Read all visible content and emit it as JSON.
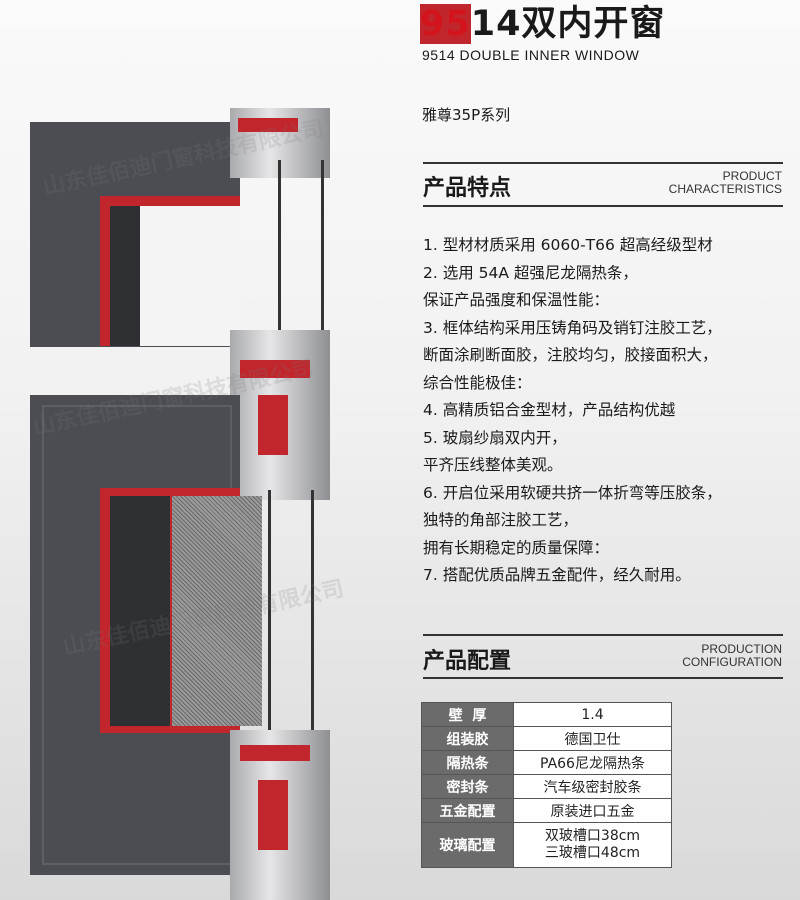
{
  "header": {
    "title_red": "95",
    "title_rest": "14双内开窗",
    "subtitle": "9514 DOUBLE INNER WINDOW",
    "series": "雅尊35P系列"
  },
  "features": {
    "title": "产品特点",
    "en_line1": "PRODUCT",
    "en_line2": "CHARACTERISTICS",
    "items": [
      "1. 型材材质采用 6060-T66 超高经级型材",
      "2. 选用 54A 超强尼龙隔热条，",
      "保证产品强度和保温性能：",
      "3.  框体结构采用压铸角码及销钉注胶工艺，",
      "断面涂刷断面胶，注胶均匀，胶接面积大，",
      "综合性能极佳：",
      "4. 高精质铝合金型材，产品结构优越",
      "5. 玻扇纱扇双内开，",
      "平齐压线整体美观。",
      "6.  开启位采用软硬共挤一体折弯等压胶条，",
      "独特的角部注胶工艺，",
      "拥有长期稳定的质量保障：",
      "7. 搭配优质品牌五金配件，经久耐用。"
    ]
  },
  "config": {
    "title": "产品配置",
    "en_line1": "PRODUCTION",
    "en_line2": "CONFIGURATION",
    "rows": [
      {
        "k": "壁  厚",
        "v": "1.4"
      },
      {
        "k": "组装胶",
        "v": "德国卫仕"
      },
      {
        "k": "隔热条",
        "v": "PA66尼龙隔热条"
      },
      {
        "k": "密封条",
        "v": "汽车级密封胶条"
      },
      {
        "k": "五金配置",
        "v": "原装进口五金"
      },
      {
        "k": "玻璃配置",
        "v": "双玻槽口38cm",
        "v2": "三玻槽口48cm"
      }
    ]
  },
  "watermark": "山东佳佰迪门窗科技有限公司",
  "colors": {
    "accent": "#d3141c",
    "profile_red": "#c0262c",
    "panel": "#4c4d52"
  }
}
